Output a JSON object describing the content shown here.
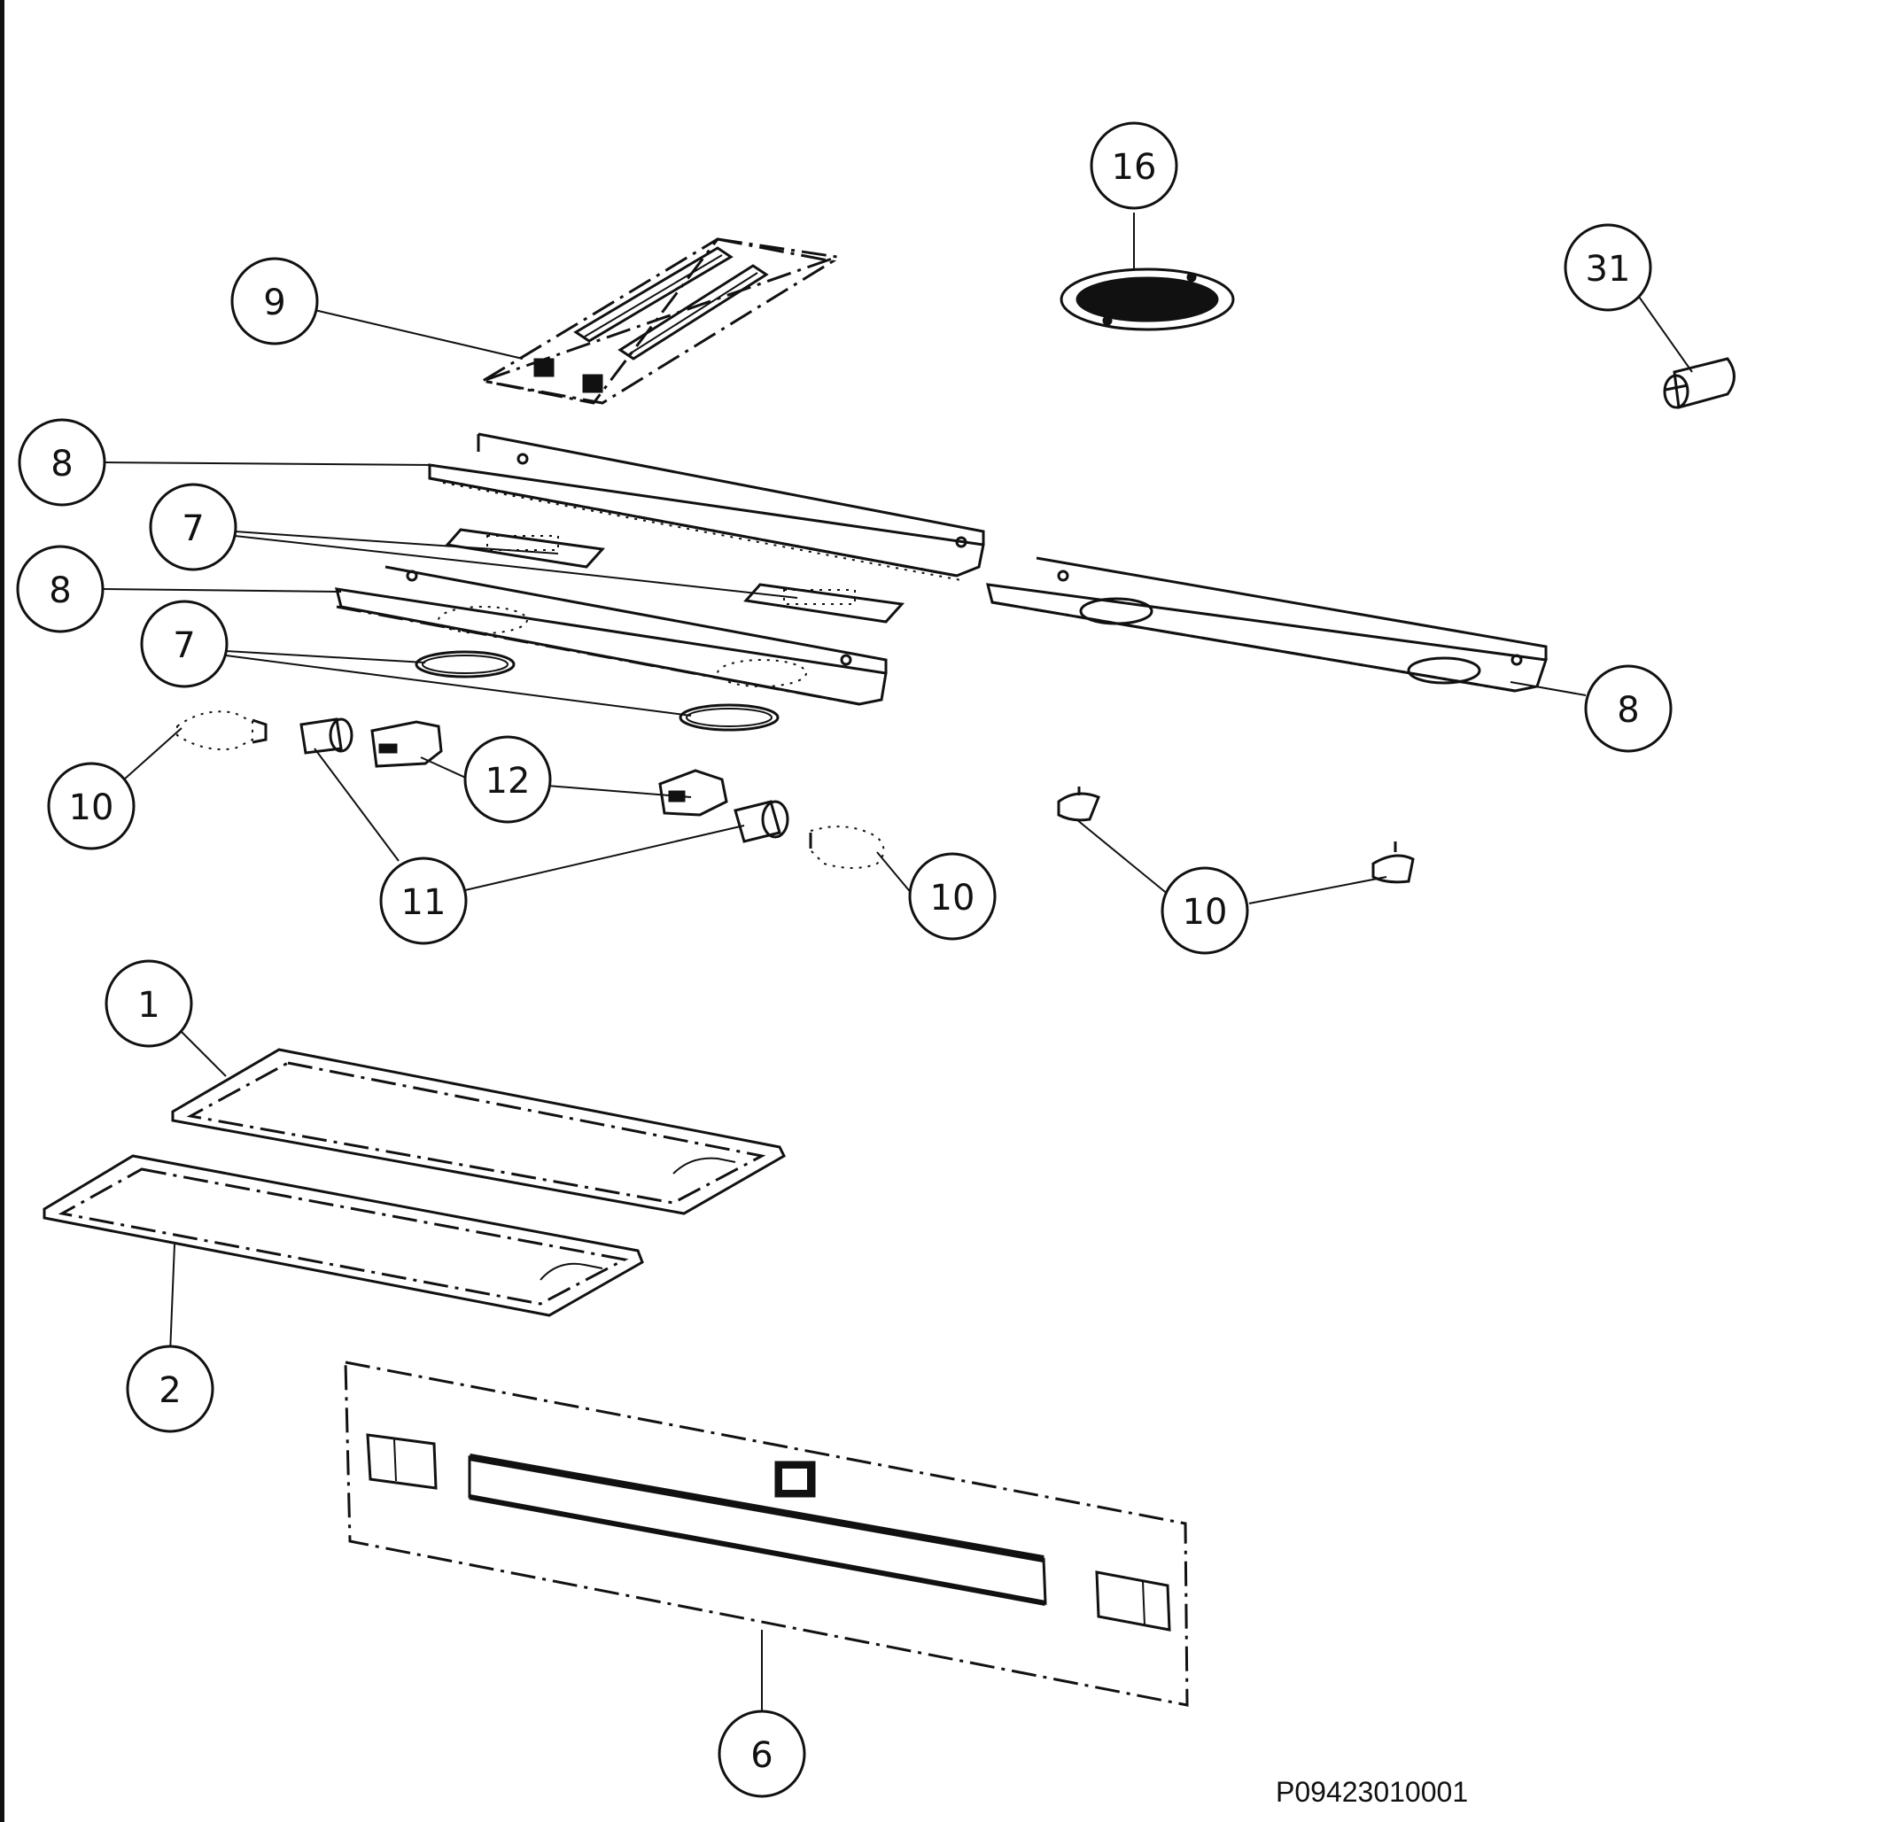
{
  "callouts": {
    "c16": "16",
    "c31": "31",
    "c9": "9",
    "c8a": "8",
    "c7a": "7",
    "c8b": "8",
    "c7b": "7",
    "c8c": "8",
    "c10a": "10",
    "c12": "12",
    "c11": "11",
    "c10b": "10",
    "c10c": "10",
    "c1": "1",
    "c2": "2",
    "c6": "6"
  },
  "drawing_id": "P09423010001"
}
